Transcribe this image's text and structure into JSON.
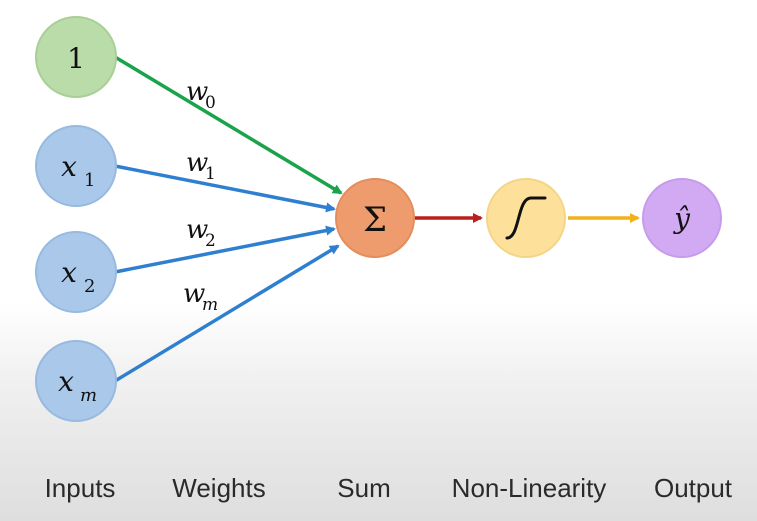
{
  "colors": {
    "bias_node": "#b9dca8",
    "bias_node_edge": "#a9cf96",
    "input_node": "#a9c8ea",
    "input_node_edge": "#98badf",
    "sum_node": "#ee9c6d",
    "sum_node_edge": "#e48d5a",
    "nonlinearity_node": "#fde19a",
    "nonlinearity_node_edge": "#f4d588",
    "output_node": "#d2aaf4",
    "output_node_edge": "#c69be9",
    "bias_arrow": "#1aa34a",
    "input_arrow": "#2f7fd0",
    "sum_arrow": "#b8201f",
    "nonlinearity_arrow": "#f0b21b"
  },
  "inputs": [
    {
      "base": "1",
      "sub": ""
    },
    {
      "base": "x",
      "sub": "1"
    },
    {
      "base": "x",
      "sub": "2"
    },
    {
      "base": "x",
      "sub": "m"
    }
  ],
  "weights": [
    {
      "base": "w",
      "sub": "0"
    },
    {
      "base": "w",
      "sub": "1"
    },
    {
      "base": "w",
      "sub": "2"
    },
    {
      "base": "w",
      "sub": "m"
    }
  ],
  "sum_symbol": "Σ",
  "nonlinearity_icon": "sigmoid-curve-icon",
  "output_symbol": "ŷ",
  "captions": {
    "inputs": "Inputs",
    "weights": "Weights",
    "sum": "Sum",
    "nonlinearity": "Non-Linearity",
    "output": "Output"
  }
}
